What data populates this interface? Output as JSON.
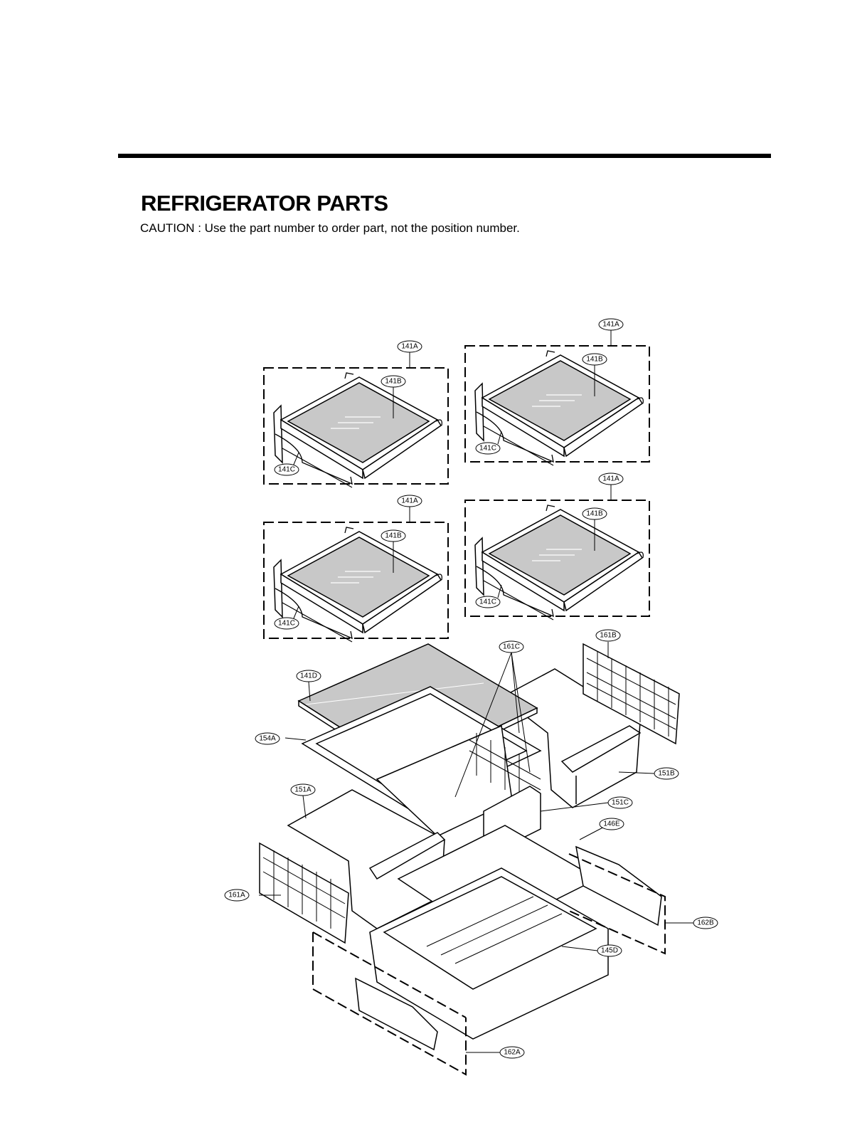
{
  "header": {
    "title": "REFRIGERATOR PARTS",
    "caution": "CAUTION : Use the part number to order part, not the position number."
  },
  "labels": {
    "l141A_1": "141A",
    "l141B_1": "141B",
    "l141C_1": "141C",
    "l141A_2": "141A",
    "l141B_2": "141B",
    "l141C_2": "141C",
    "l141A_3": "141A",
    "l141B_3": "141B",
    "l141C_3": "141C",
    "l141A_4": "141A",
    "l141B_4": "141B",
    "l141C_4": "141C",
    "l141D": "141D",
    "l154A": "154A",
    "l151A": "151A",
    "l161A": "161A",
    "l161C": "161C",
    "l161B": "161B",
    "l151B": "151B",
    "l151C": "151C",
    "l146E": "146E",
    "l162B": "162B",
    "l145D": "145D",
    "l162A": "162A"
  }
}
